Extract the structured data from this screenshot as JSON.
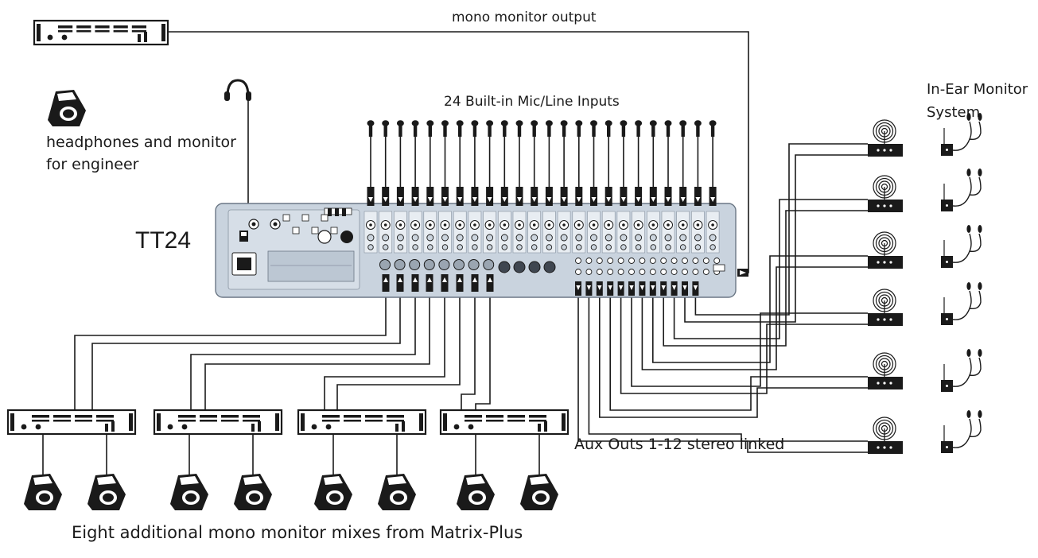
{
  "labels": {
    "mono_monitor_output": "mono monitor output",
    "mic_inputs": "24 Built-in Mic/Line Inputs",
    "iem_line1": "In-Ear Monitor",
    "iem_line2": "System",
    "engineer_line1": "headphones and monitor",
    "engineer_line2": "for engineer",
    "mixer_name": "TT24",
    "aux_outs": "Aux Outs 1-12 stereo linked",
    "matrix_caption": "Eight additional mono monitor mixes from Matrix-Plus"
  },
  "counts": {
    "mic_inputs": 24,
    "aux_outs": 12,
    "matrix_outputs": 8,
    "iem_systems": 6,
    "matrix_amps": 4,
    "matrix_wedges": 8
  },
  "colors": {
    "line": "#1a1a1a",
    "mixer_panel": "#c9d3de",
    "mixer_border": "#6b7785"
  }
}
